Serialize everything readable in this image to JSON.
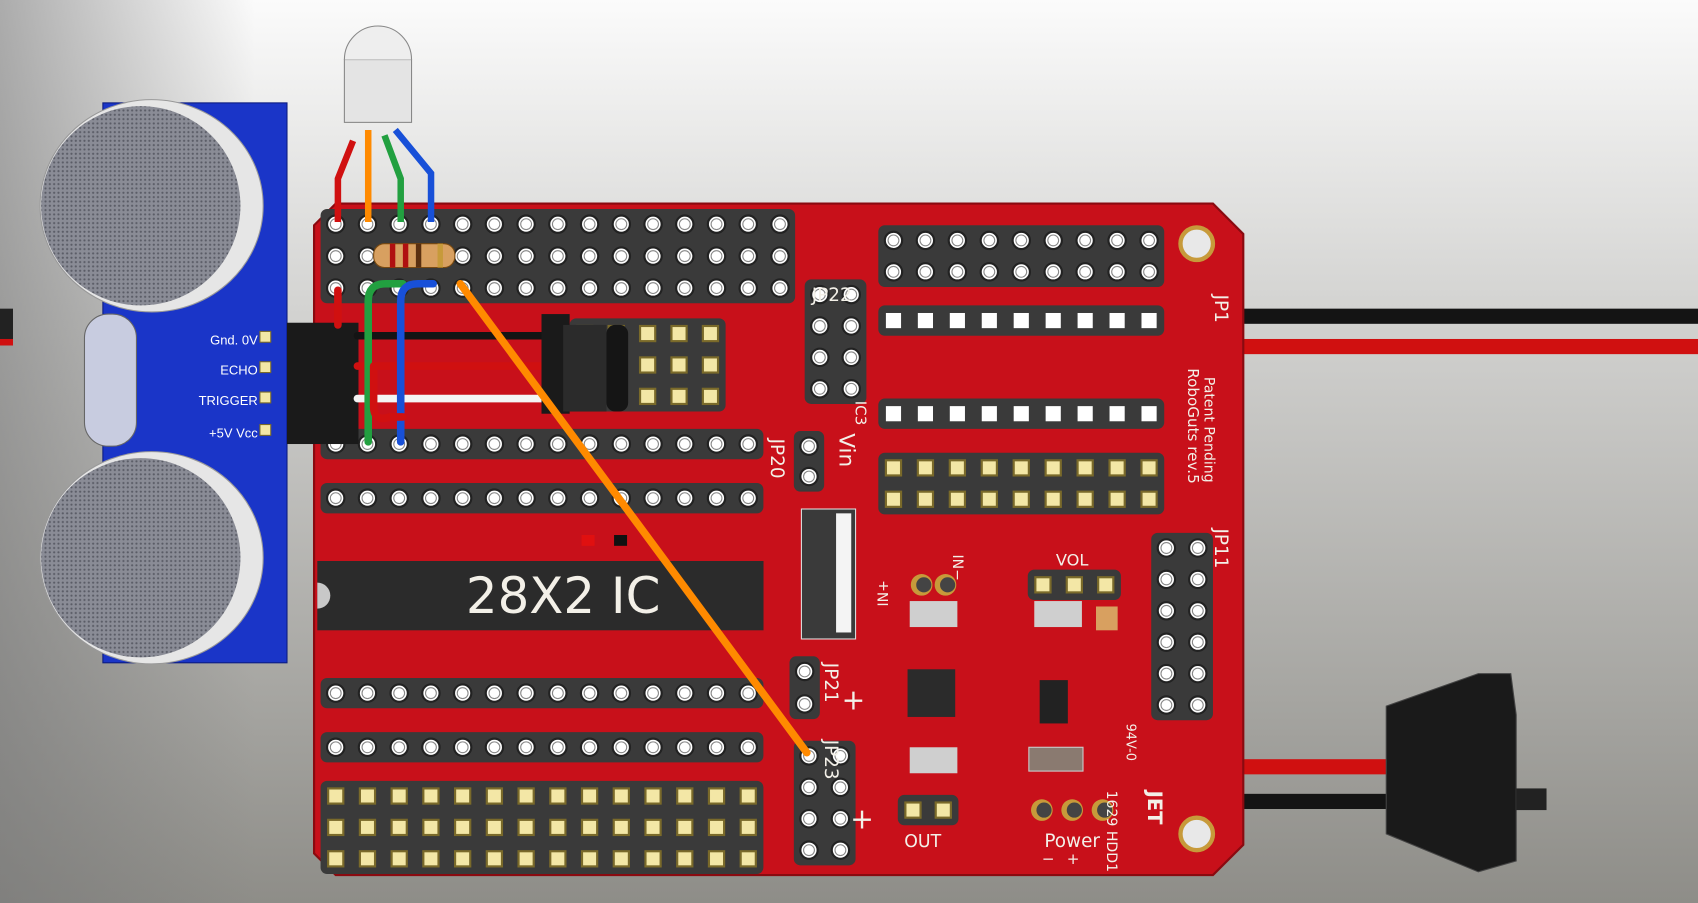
{
  "ic_label": "28X2 IC",
  "sensor": {
    "pins": [
      "Gnd. 0V",
      "ECHO",
      "TRIGGER",
      "+5V Vcc"
    ]
  },
  "board": {
    "name": "RoboGuts rev.5",
    "patent": "Patent Pending",
    "cert": "94V-0",
    "maker": "JET",
    "code": "1629 HDD1",
    "labels": {
      "jp22": "JP22",
      "jp20": "JP20",
      "vin": "Vin",
      "ic3": "IC3",
      "jp21": "JP21",
      "jp23": "JP23",
      "jp11": "JP11",
      "jp_top": "JP1",
      "vol": "VOL",
      "in_plus": "IN+",
      "in_minus": "IN−",
      "out": "OUT",
      "power": "Power",
      "plus": "+",
      "minus": "−"
    }
  },
  "colors": {
    "board": "#c8101a",
    "sensor": "#1a35c8",
    "wire_red": "#d01010",
    "wire_black": "#141414",
    "wire_green": "#22a040",
    "wire_blue": "#1850d8",
    "wire_orange": "#ff8a00",
    "header": "#3a3a3a",
    "pad_gold": "#f3e7a6"
  }
}
